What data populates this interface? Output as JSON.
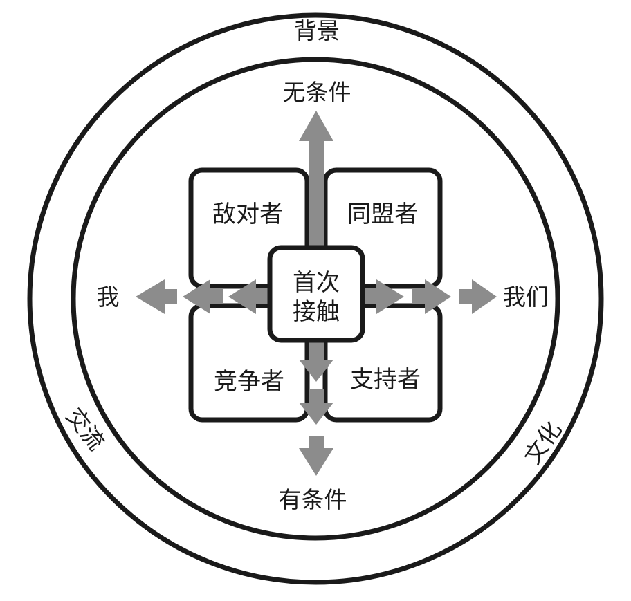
{
  "outer_ring": {
    "top_label": "背景",
    "left_label": "交流",
    "right_label": "文化"
  },
  "axis": {
    "top": "无条件",
    "bottom": "有条件",
    "left": "我",
    "right": "我们"
  },
  "quadrants": {
    "top_left": "敌对者",
    "top_right": "同盟者",
    "bottom_left": "竞争者",
    "bottom_right": "支持者"
  },
  "center": {
    "line1": "首次",
    "line2": "接触"
  },
  "colors": {
    "stroke": "#1a1a1a",
    "arrow": "#8c8c8c",
    "background": "#ffffff"
  }
}
